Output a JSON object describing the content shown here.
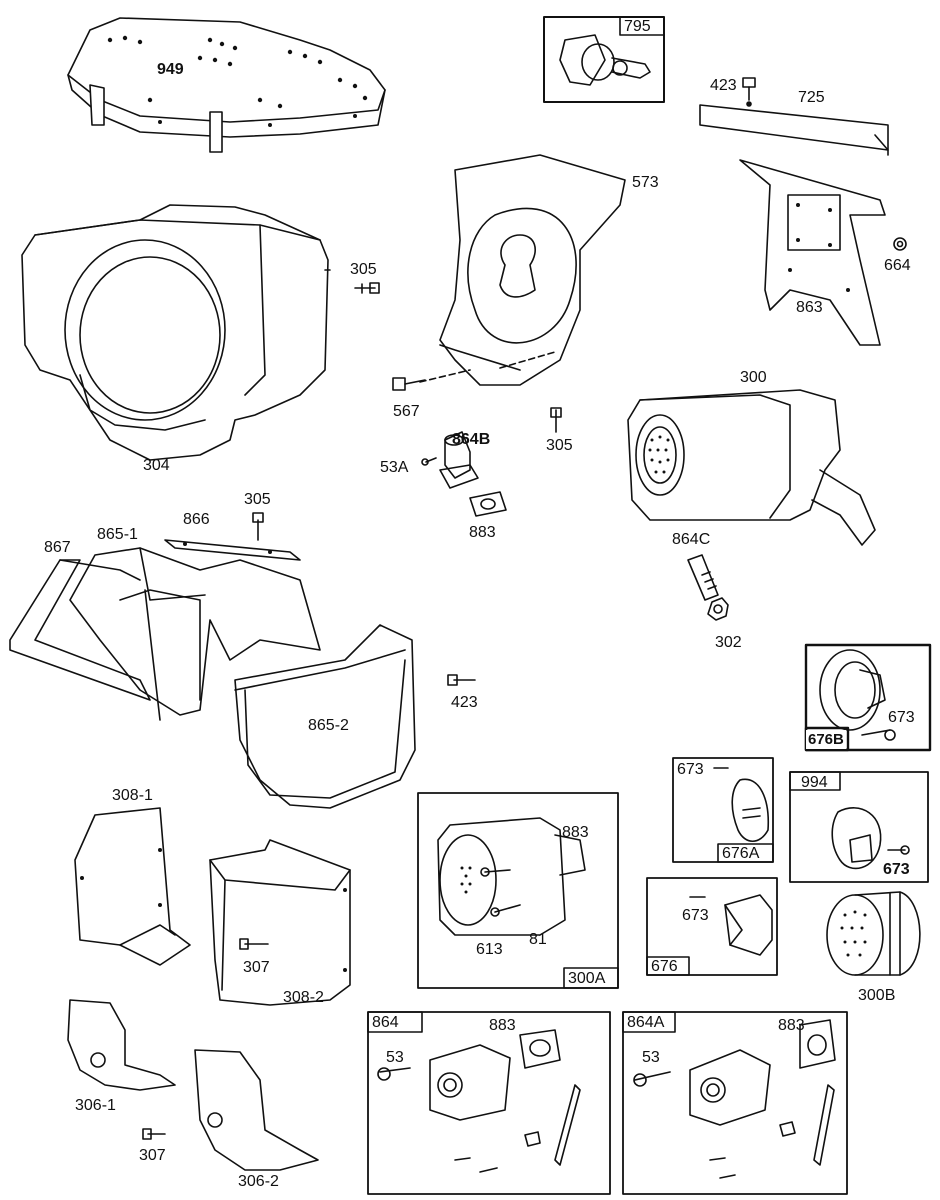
{
  "labels": {
    "l949": "949",
    "l795": "795",
    "l423a": "423",
    "l725": "725",
    "l573": "573",
    "l664": "664",
    "l863": "863",
    "l305a": "305",
    "l304": "304",
    "l567": "567",
    "l864b": "864B",
    "l53a": "53A",
    "l305b": "305",
    "l883a": "883",
    "l300": "300",
    "l864c": "864C",
    "l302": "302",
    "l305c": "305",
    "l866": "866",
    "l865_1": "865-1",
    "l867": "867",
    "l423b": "423",
    "l865_2": "865-2",
    "l673a": "673",
    "l676b": "676B",
    "l673b": "673",
    "l676a": "676A",
    "l994": "994",
    "l673c": "673",
    "l308_1": "308-1",
    "l307a": "307",
    "l308_2": "308-2",
    "l883b": "883",
    "l613": "613",
    "l81": "81",
    "l300a": "300A",
    "l673d": "673",
    "l676": "676",
    "l300b": "300B",
    "l306_1": "306-1",
    "l307b": "307",
    "l306_2": "306-2",
    "l864": "864",
    "l883c": "883",
    "l53b": "53",
    "l864a": "864A",
    "l883d": "883",
    "l53c": "53"
  }
}
